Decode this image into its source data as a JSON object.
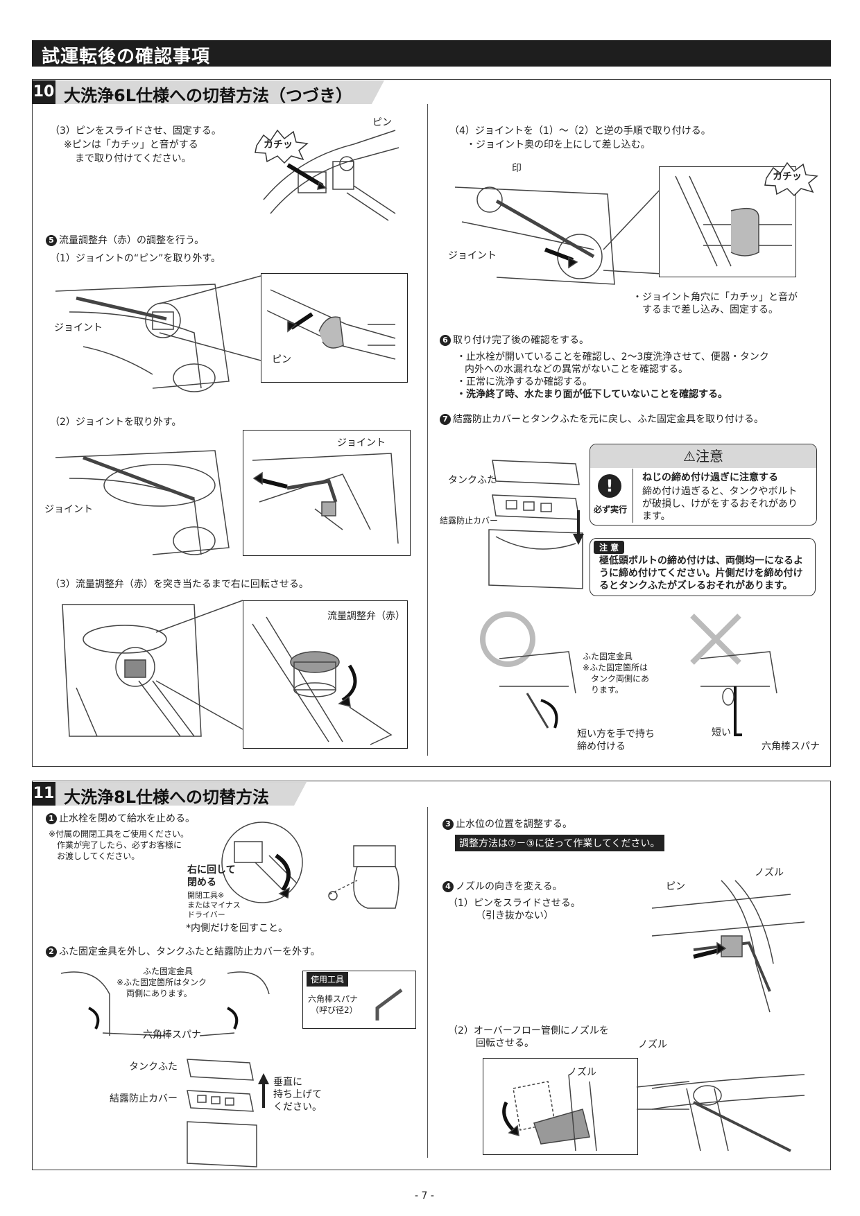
{
  "header": {
    "title": "試運転後の確認事項"
  },
  "sec10": {
    "num": "10",
    "title": "大洗浄6L仕様への切替方法（つづき）",
    "left": {
      "step3": "（3）ピンをスライドさせ、固定する。",
      "step3_note1": "※ピンは「カチッ」と音がする",
      "step3_note2": "まで取り付けてください。",
      "lbl_pin": "ピン",
      "lbl_click": "カチッ",
      "step5": "流量調整弁（赤）の調整を行う。",
      "step5_num": "5",
      "s1": "（1）ジョイントの“ピン”を取り外す。",
      "lbl_joint": "ジョイント",
      "lbl_pin2": "ピン",
      "s2": "（2）ジョイントを取り外す。",
      "lbl_joint2": "ジョイント",
      "lbl_joint3": "ジョイント",
      "s3": "（3）流量調整弁（赤）を突き当たるまで右に回転させる。",
      "lbl_valve": "流量調整弁（赤）"
    },
    "right": {
      "step4": "（4）ジョイントを（1）～（2）と逆の手順で取り付ける。",
      "step4_sub": "・ジョイント奥の印を上にして差し込む。",
      "lbl_mark": "印",
      "lbl_joint": "ジョイント",
      "lbl_click": "カチッ",
      "note1": "・ジョイント角穴に「カチッ」と音が",
      "note2": "するまで差し込み、固定する。",
      "step6_num": "6",
      "step6": "取り付け完了後の確認をする。",
      "b1": "・止水栓が開いていることを確認し、2～3度洗浄させて、便器・タンク",
      "b1b": "内外への水漏れなどの異常がないことを確認する。",
      "b2": "・正常に洗浄するか確認する。",
      "b3": "・洗浄終了時、水たまり面が低下していないことを確認する。",
      "step7_num": "7",
      "step7": "結露防止カバーとタンクふたを元に戻し、ふた固定金具を取り付ける。",
      "lbl_lid": "タンクふた",
      "lbl_cover": "結露防止カバー",
      "caution_title": "⚠注意",
      "caution_icon_text": "必ず実行",
      "caution_head": "ねじの締め付け過ぎに注意する",
      "caution_body1": "締め付け過ぎると、タンクやボルト",
      "caution_body2": "が破損し、けがをするおそれがあり",
      "caution_body3": "ます。",
      "note_tag": "注 意",
      "note_body1": "極低頭ボルトの締め付けは、両側均一になるよ",
      "note_body2": "うに締め付けてください。片側だけを締め付け",
      "note_body3": "るとタンクふたがズレるおそれがあります。",
      "lbl_bracket": "ふた固定金具",
      "lbl_bracket_n1": "※ふた固定箇所は",
      "lbl_bracket_n2": "タンク両側にあ",
      "lbl_bracket_n3": "ります。",
      "lbl_short1": "短い方を手で持ち",
      "lbl_short2": "締め付ける",
      "lbl_short": "短い",
      "lbl_hex": "六角棒スパナ"
    }
  },
  "sec11": {
    "num": "11",
    "title": "大洗浄8L仕様への切替方法",
    "left": {
      "step1_num": "1",
      "step1": "止水栓を閉めて給水を止める。",
      "n1": "※付属の開閉工具をご使用ください。",
      "n2": "作業が完了したら、必ずお客様に",
      "n3": "お渡ししてください。",
      "lbl_turn1": "右に回して",
      "lbl_turn2": "閉める",
      "lbl_tool1": "開閉工具※",
      "lbl_tool2": "またはマイナス",
      "lbl_tool3": "ドライバー",
      "lbl_inner": "*内側だけを回すこと。",
      "step2_num": "2",
      "step2": "ふた固定金具を外し、タンクふたと結露防止カバーを外す。",
      "lbl_bracket": "ふた固定金具",
      "lbl_bracket_n1": "※ふた固定箇所はタンク",
      "lbl_bracket_n2": "両側にあります。",
      "lbl_hex": "六角棒スパナ",
      "tool_tag": "使用工具",
      "tool1": "六角棒スパナ",
      "tool2": "（呼び径2）",
      "lbl_lid": "タンクふた",
      "lbl_cover": "結露防止カバー",
      "lbl_lift1": "垂直に",
      "lbl_lift2": "持ち上げて",
      "lbl_lift3": "ください。"
    },
    "right": {
      "step3_num": "3",
      "step3": "止水位の位置を調整する。",
      "adjust": "調整方法は⑦－③に従って作業してください。",
      "step4_num": "4",
      "step4": "ノズルの向きを変える。",
      "s1": "（1）ピンをスライドさせる。",
      "s1b": "（引き抜かない）",
      "lbl_pin": "ピン",
      "lbl_nozzle": "ノズル",
      "s2": "（2）オーバーフロー管側にノズルを",
      "s2b": "回転させる。",
      "lbl_nozzle2": "ノズル",
      "lbl_nozzle3": "ノズル"
    }
  },
  "footer": {
    "page": "- 7 -"
  }
}
